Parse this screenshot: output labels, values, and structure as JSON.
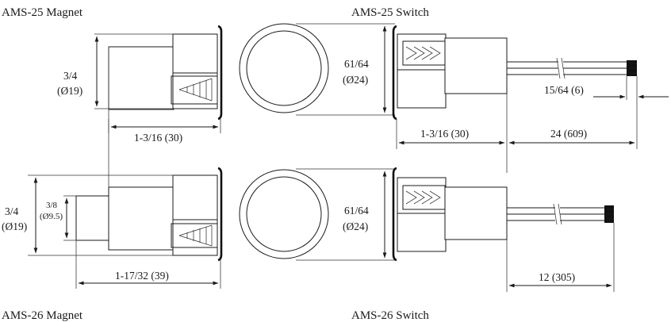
{
  "labels": {
    "ams25_magnet": "AMS-25 Magnet",
    "ams25_switch": "AMS-25 Switch",
    "ams26_magnet": "AMS-26 Magnet",
    "ams26_switch": "AMS-26 Switch"
  },
  "dimensions": {
    "ams25_magnet_height": "3/4",
    "ams25_magnet_height_mm": "(Ø19)",
    "ams25_magnet_length": "1-3/16 (30)",
    "ams25_face_diameter": "61/64",
    "ams25_face_diameter_mm": "(Ø24)",
    "ams25_switch_length": "1-3/16 (30)",
    "ams25_lead_length": "24 (609)",
    "ams25_lead_strip": "15/64 (6)",
    "ams26_magnet_height": "3/4",
    "ams26_magnet_height_mm": "(Ø19)",
    "ams26_tip_diameter": "3/8",
    "ams26_tip_diameter_mm": "(Ø9.5)",
    "ams26_magnet_length": "1-17/32 (39)",
    "ams26_face_diameter": "61/64",
    "ams26_face_diameter_mm": "(Ø24)",
    "ams26_lead_length": "12 (305)"
  }
}
